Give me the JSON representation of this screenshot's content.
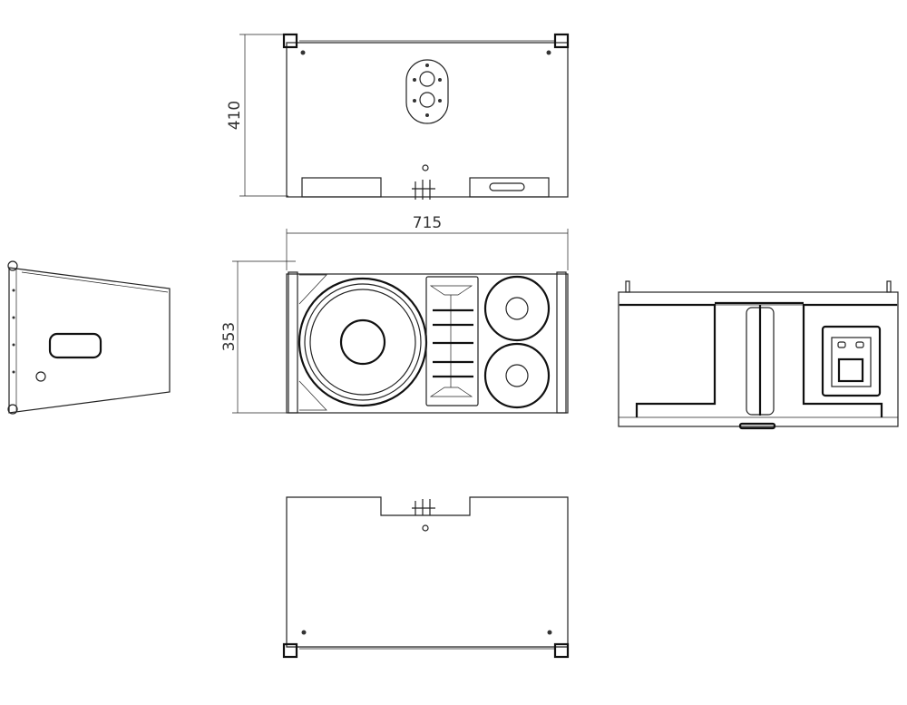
{
  "drawing": {
    "dimensions": {
      "depth": "410",
      "width": "715",
      "height": "353"
    },
    "views": [
      "top-view",
      "side-view",
      "front-view",
      "rear-view",
      "bottom-view"
    ],
    "line_color": "#222222"
  }
}
